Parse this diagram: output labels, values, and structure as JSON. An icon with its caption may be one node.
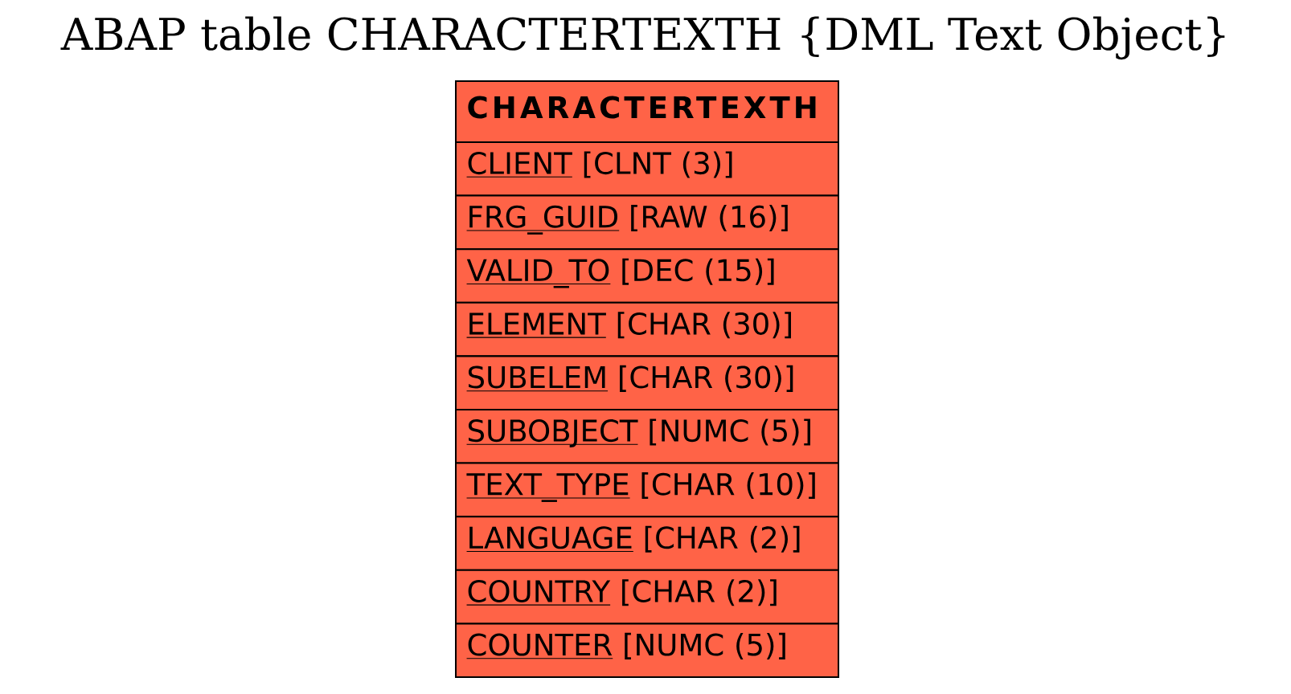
{
  "diagram": {
    "title": "ABAP table CHARACTERTEXTH {DML Text Object}",
    "nodes": [
      {
        "text": [
          "CHARACTERTEXTH"
        ]
      },
      {
        "text": [
          "CLIENT",
          "[CLNT (3)]"
        ],
        "in": 0
      },
      {
        "text": [
          "FRG_GUID",
          "[RAW (16)]"
        ],
        "in": 0
      },
      {
        "text": [
          "VALID_TO",
          "[DEC (15)]"
        ],
        "in": 0
      },
      {
        "text": [
          "ELEMENT",
          "[CHAR (30)]"
        ],
        "in": 0
      },
      {
        "text": [
          "SUBELEM",
          "[CHAR (30)]"
        ],
        "in": 0
      },
      {
        "text": [
          "SUBOBJECT",
          "[NUMC (5)]"
        ],
        "in": 0
      },
      {
        "text": [
          "TEXT_TYPE",
          "[CHAR (10)]"
        ],
        "in": 0
      },
      {
        "text": [
          "LANGUAGE",
          "[CHAR (2)]"
        ],
        "in": 0
      },
      {
        "text": [
          "COUNTRY",
          "[CHAR (2)]"
        ],
        "in": 0
      },
      {
        "text": [
          "COUNTER",
          "[NUMC (5)]"
        ],
        "in": 0
      }
    ]
  }
}
